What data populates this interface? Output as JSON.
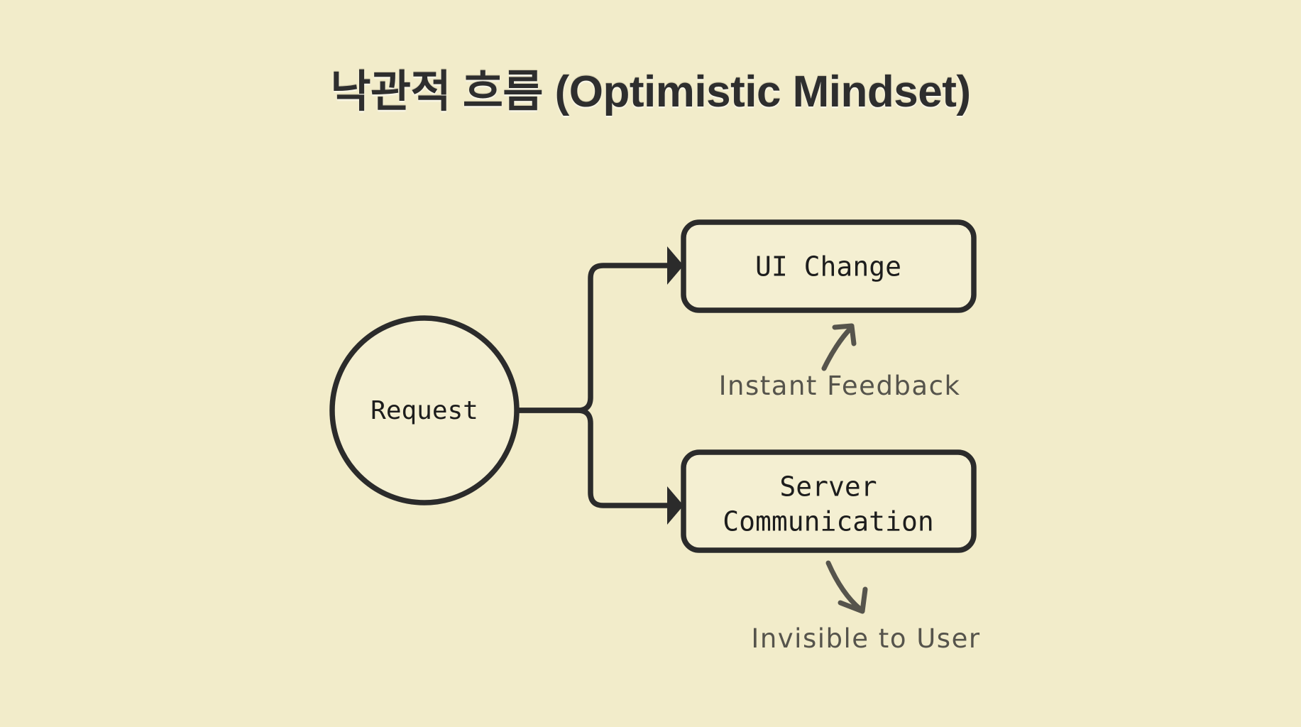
{
  "slide": {
    "title": "낙관적 흐름 (Optimistic Mindset)",
    "background_color": "#f2ecca",
    "ink_color": "#2b2b2b",
    "annotation_color": "#56544c",
    "title_color": "#2e2e2e"
  },
  "diagram": {
    "type": "flowchart",
    "nodes": [
      {
        "id": "request",
        "shape": "circle",
        "label": "Request"
      },
      {
        "id": "ui-change",
        "shape": "rounded-rect",
        "label": "UI Change"
      },
      {
        "id": "server-communication",
        "shape": "rounded-rect",
        "label_line1": "Server",
        "label_line2": "Communication"
      }
    ],
    "edges": [
      {
        "from": "request",
        "to": "ui-change",
        "style": "elbow-arrow"
      },
      {
        "from": "request",
        "to": "server-communication",
        "style": "elbow-arrow"
      }
    ],
    "annotations": [
      {
        "id": "instant-feedback",
        "text": "Instant Feedback",
        "points_to": "ui-change",
        "arrow_direction": "up"
      },
      {
        "id": "invisible-to-user",
        "text": "Invisible to User",
        "points_to": "server-communication",
        "arrow_direction": "down"
      }
    ]
  }
}
